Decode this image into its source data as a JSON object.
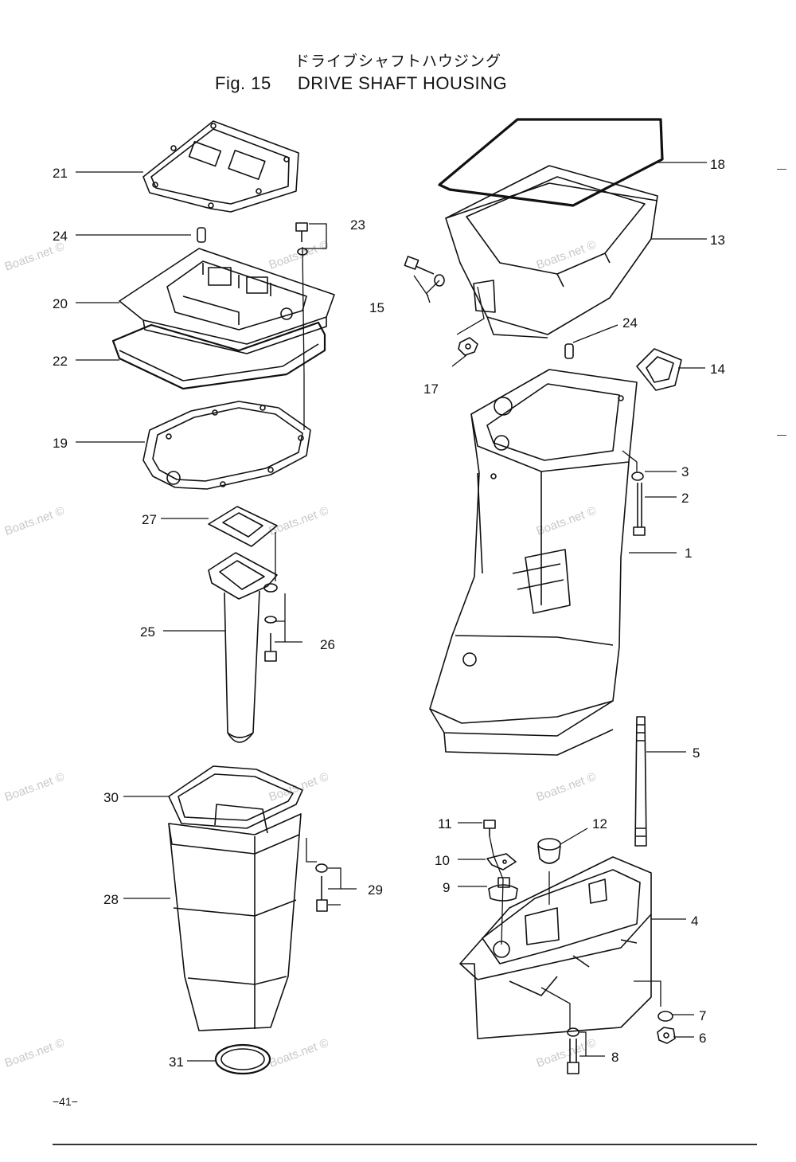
{
  "title": {
    "japanese": "ドライブシャフトハウジング",
    "english": "Fig. 15     DRIVE SHAFT HOUSING"
  },
  "page_number": "−41−",
  "watermark": "Boats.net ©",
  "callouts": [
    {
      "id": "c1",
      "label": "1"
    },
    {
      "id": "c2",
      "label": "2"
    },
    {
      "id": "c3",
      "label": "3"
    },
    {
      "id": "c4",
      "label": "4"
    },
    {
      "id": "c5",
      "label": "5"
    },
    {
      "id": "c6",
      "label": "6"
    },
    {
      "id": "c7",
      "label": "7"
    },
    {
      "id": "c8",
      "label": "8"
    },
    {
      "id": "c9",
      "label": "9"
    },
    {
      "id": "c10",
      "label": "10"
    },
    {
      "id": "c11",
      "label": "11"
    },
    {
      "id": "c12",
      "label": "12"
    },
    {
      "id": "c13",
      "label": "13"
    },
    {
      "id": "c14",
      "label": "14"
    },
    {
      "id": "c15",
      "label": "15"
    },
    {
      "id": "c17",
      "label": "17"
    },
    {
      "id": "c18",
      "label": "18"
    },
    {
      "id": "c19",
      "label": "19"
    },
    {
      "id": "c20",
      "label": "20"
    },
    {
      "id": "c21",
      "label": "21"
    },
    {
      "id": "c22",
      "label": "22"
    },
    {
      "id": "c23",
      "label": "23"
    },
    {
      "id": "c24a",
      "label": "24"
    },
    {
      "id": "c24b",
      "label": "24"
    },
    {
      "id": "c25",
      "label": "25"
    },
    {
      "id": "c26",
      "label": "26"
    },
    {
      "id": "c27",
      "label": "27"
    },
    {
      "id": "c28",
      "label": "28"
    },
    {
      "id": "c29",
      "label": "29"
    },
    {
      "id": "c30",
      "label": "30"
    },
    {
      "id": "c31",
      "label": "31"
    }
  ]
}
